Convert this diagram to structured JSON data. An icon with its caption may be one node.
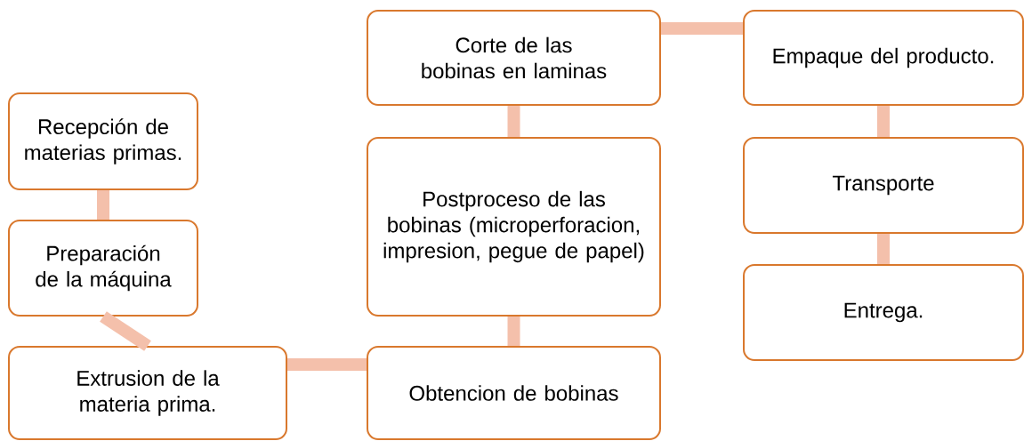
{
  "diagram": {
    "nodes": [
      {
        "text": [
          "Recepción de materias primas."
        ]
      },
      {
        "text": [
          "Preparación de la máquina"
        ]
      },
      {
        "text": [
          "Extrusion de la materia prima."
        ]
      },
      {
        "text": [
          "Obtencion de bobinas"
        ]
      },
      {
        "text": [
          "Postproceso de las bobinas (microperforacion, impresion, pegue de papel)"
        ]
      },
      {
        "text": [
          "Corte de las bobinas en laminas"
        ]
      },
      {
        "text": [
          "Empaque del producto."
        ]
      },
      {
        "text": [
          "Transporte"
        ]
      },
      {
        "text": [
          "Entrega."
        ]
      }
    ],
    "edges": [
      {
        "from": 0,
        "to": 1,
        "arrow": "none"
      },
      {
        "from": 1,
        "to": 2,
        "arrow": "none"
      },
      {
        "from": 2,
        "to": 3,
        "arrow": "none"
      },
      {
        "from": 3,
        "to": 4,
        "arrow": "none"
      },
      {
        "from": 4,
        "to": 5,
        "arrow": "none"
      },
      {
        "from": 5,
        "to": 6,
        "arrow": "none"
      },
      {
        "from": 6,
        "to": 7,
        "arrow": "none"
      },
      {
        "from": 7,
        "to": 8,
        "arrow": "none"
      }
    ]
  }
}
